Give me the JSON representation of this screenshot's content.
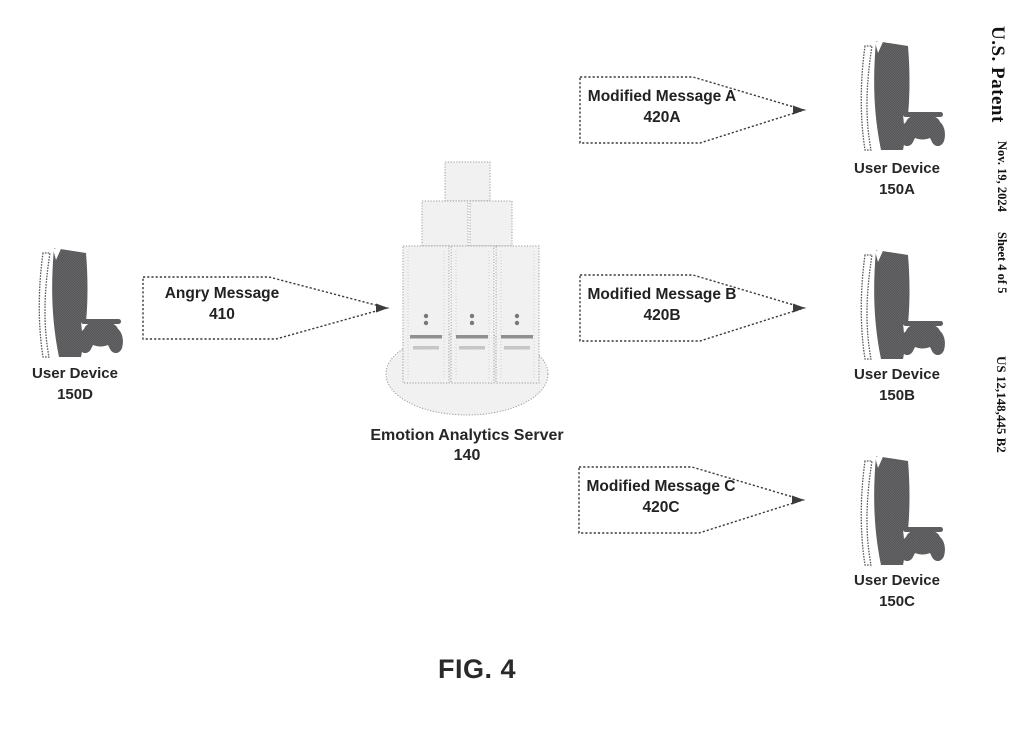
{
  "margin": {
    "patent_title": "U.S. Patent",
    "date": "Nov. 19, 2024",
    "sheet": "Sheet 4 of 5",
    "patent_number": "US 12,148,445 B2"
  },
  "figure": {
    "caption": "FIG. 4"
  },
  "diagram": {
    "sender": {
      "name": "User Device",
      "ref": "150D",
      "icon": "game-console-with-controller-icon"
    },
    "server": {
      "name": "Emotion Analytics Server",
      "ref": "140",
      "icon": "server-rack-icon"
    },
    "input_message": {
      "title": "Angry Message",
      "ref": "410"
    },
    "output_messages": [
      {
        "title": "Modified Message A",
        "ref": "420A"
      },
      {
        "title": "Modified Message B",
        "ref": "420B"
      },
      {
        "title": "Modified Message C",
        "ref": "420C"
      }
    ],
    "receivers": [
      {
        "name": "User Device",
        "ref": "150A",
        "icon": "game-console-with-controller-icon"
      },
      {
        "name": "User Device",
        "ref": "150B",
        "icon": "game-console-with-controller-icon"
      },
      {
        "name": "User Device",
        "ref": "150C",
        "icon": "game-console-with-controller-icon"
      }
    ]
  },
  "colors": {
    "background": "#ffffff",
    "ink": "#1f1f1f",
    "device_fill": "#5e5e60",
    "server_fill": "#f2f2f2",
    "server_line": "#9a9a9a",
    "banner_border": "#3c3c3c"
  }
}
